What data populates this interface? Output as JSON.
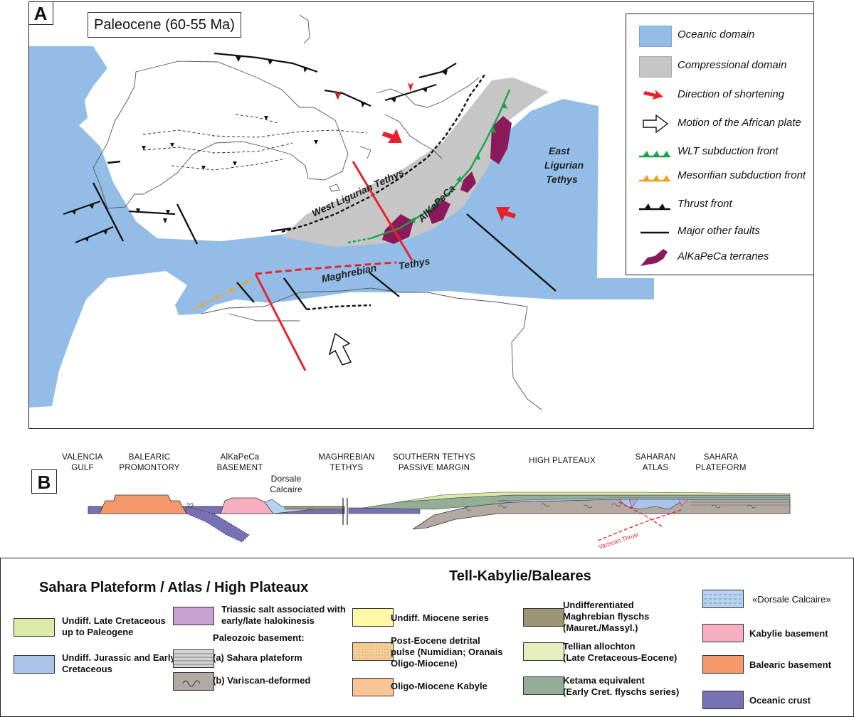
{
  "panel_a": {
    "label": "A",
    "title": "Paleocene (60-55 Ma)",
    "map_labels": {
      "west_ligurian": "West Ligurian Tethys",
      "alkapeca": "AlKaPeCa",
      "maghrebian": "Maghrebian",
      "tethys": "Tethys",
      "east_ligurian_1": "East",
      "east_ligurian_2": "Ligurian",
      "east_ligurian_3": "Tethys"
    },
    "legend": [
      {
        "label": "Oceanic domain",
        "symbol": "oceanic-swatch",
        "color": "#93bde6"
      },
      {
        "label": "Compressional domain",
        "symbol": "compressional-swatch",
        "color": "#c6c6c6"
      },
      {
        "label": "Direction of shortening",
        "symbol": "red-arrow-icon",
        "color": "#e8222a"
      },
      {
        "label": "Motion of the African plate",
        "symbol": "hollow-arrow-icon",
        "color": "#ffffff"
      },
      {
        "label": "WLT subduction front",
        "symbol": "green-teeth-line",
        "color": "#1aa34a"
      },
      {
        "label": "Mesorifian subduction front",
        "symbol": "orange-teeth-line",
        "color": "#f3a021"
      },
      {
        "label": "Thrust front",
        "symbol": "black-teeth-line",
        "color": "#111111"
      },
      {
        "label": "Major other faults",
        "symbol": "black-line",
        "color": "#111111"
      },
      {
        "label": "AlKaPeCa terranes",
        "symbol": "purple-terrane",
        "color": "#8b1a5d"
      }
    ]
  },
  "panel_b": {
    "label": "B",
    "headers": [
      {
        "line1": "VALENCIA",
        "line2": "GULF"
      },
      {
        "line1": "BALEARIC",
        "line2": "PROMONTORY"
      },
      {
        "line1": "AlKaPeCa",
        "line2": "BASEMENT"
      },
      {
        "line1": "Dorsale",
        "line2": "Calcaire"
      },
      {
        "line1": "MAGHREBIAN",
        "line2": "TETHYS"
      },
      {
        "line1": "SOUTHERN TETHYS",
        "line2": "PASSIVE MARGIN"
      },
      {
        "line1": "HIGH PLATEAUX",
        "line2": ""
      },
      {
        "line1": "SAHARAN",
        "line2": "ATLAS"
      },
      {
        "line1": "SAHARA",
        "line2": "PLATEFORM"
      }
    ],
    "qq": "??",
    "variscan_thrust": "Variscan Thrust"
  },
  "legend_b": {
    "heading_left": "Sahara Plateform / Atlas / High Plateaux",
    "heading_right": "Tell-Kabylie/Baleares",
    "items": [
      {
        "text1": "Undiff. Late Cretaceous",
        "text2": "up to Paleogene",
        "color": "#dde9a8"
      },
      {
        "text1": "Undiff. Jurassic and Early",
        "text2": "Cretaceous",
        "color": "#a9c3ea"
      },
      {
        "text1": "Triassic salt associated with",
        "text2": "early/late halokinesis",
        "color": "#c7a2cf"
      },
      {
        "text1": "Paleozoic basement:",
        "text2": "",
        "color": ""
      },
      {
        "text1": "(a) Sahara plateform",
        "text2": "",
        "color": "#d4d4d4"
      },
      {
        "text1": "(b) Variscan-deformed",
        "text2": "",
        "color": "#b3a9a3"
      },
      {
        "text1": "Undiff. Miocene series",
        "text2": "",
        "color": "#fdf7a6"
      },
      {
        "text1": "Post-Eocene detrital",
        "text2": "pulse (Numidian; Oranais",
        "text3": "Oligo-Miocene)",
        "color": "#f7cf99"
      },
      {
        "text1": "Oligo-Miocene Kabyle",
        "text2": "",
        "color": "#f8c396"
      },
      {
        "text1": "Undifferentiated",
        "text2": "Maghrebian flyschs",
        "text3": "(Mauret./Massyl.)",
        "color": "#9a9574"
      },
      {
        "text1": "Tellian allochton",
        "text2": "(Late Cretaceous-Eocene)",
        "color": "#e3efbd"
      },
      {
        "text1": "Ketama equivalent",
        "text2": "(Early Cret. flyschs series)",
        "color": "#94ad96"
      },
      {
        "text1": "«Dorsale Calcaire»",
        "text2": "",
        "color": "#b6d2ef"
      },
      {
        "text1": "Kabylie basement",
        "text2": "",
        "color": "#f6aec0"
      },
      {
        "text1": "Balearic basement",
        "text2": "",
        "color": "#f5996a"
      },
      {
        "text1": "Oceanic crust",
        "text2": "",
        "color": "#7670b4"
      }
    ]
  }
}
